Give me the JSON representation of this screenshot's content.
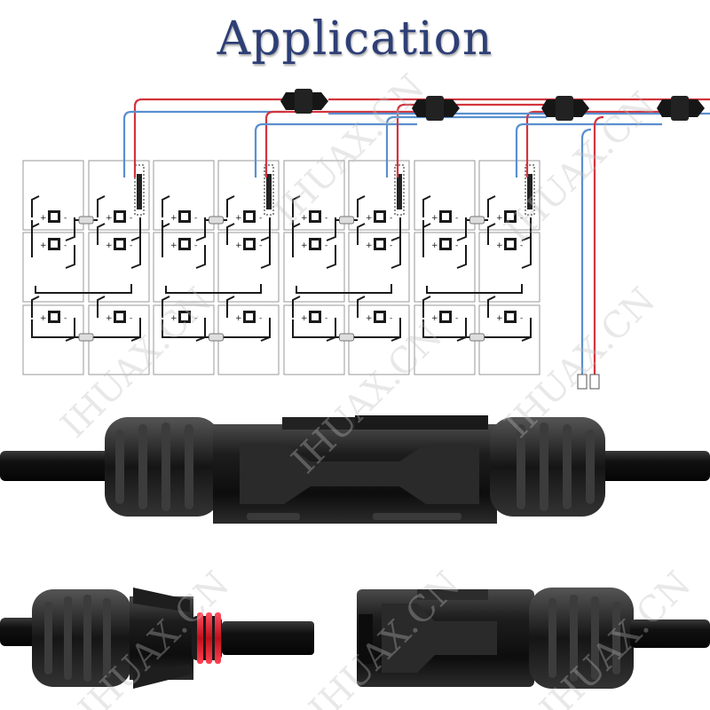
{
  "title": "Application",
  "watermark": "IHUAX.CN",
  "colors": {
    "title": "#2e3f76",
    "positive_wire": "#d2343e",
    "negative_wire": "#5a8fcf",
    "panel_wire": "#1a1a1a",
    "connector": "#161616"
  },
  "panel_marks": {
    "plus": "+",
    "minus": "-"
  },
  "icons": [
    "solar-panel-array",
    "branch-connector",
    "mc4-connector-assembled",
    "mc4-connector-male",
    "mc4-connector-female"
  ]
}
